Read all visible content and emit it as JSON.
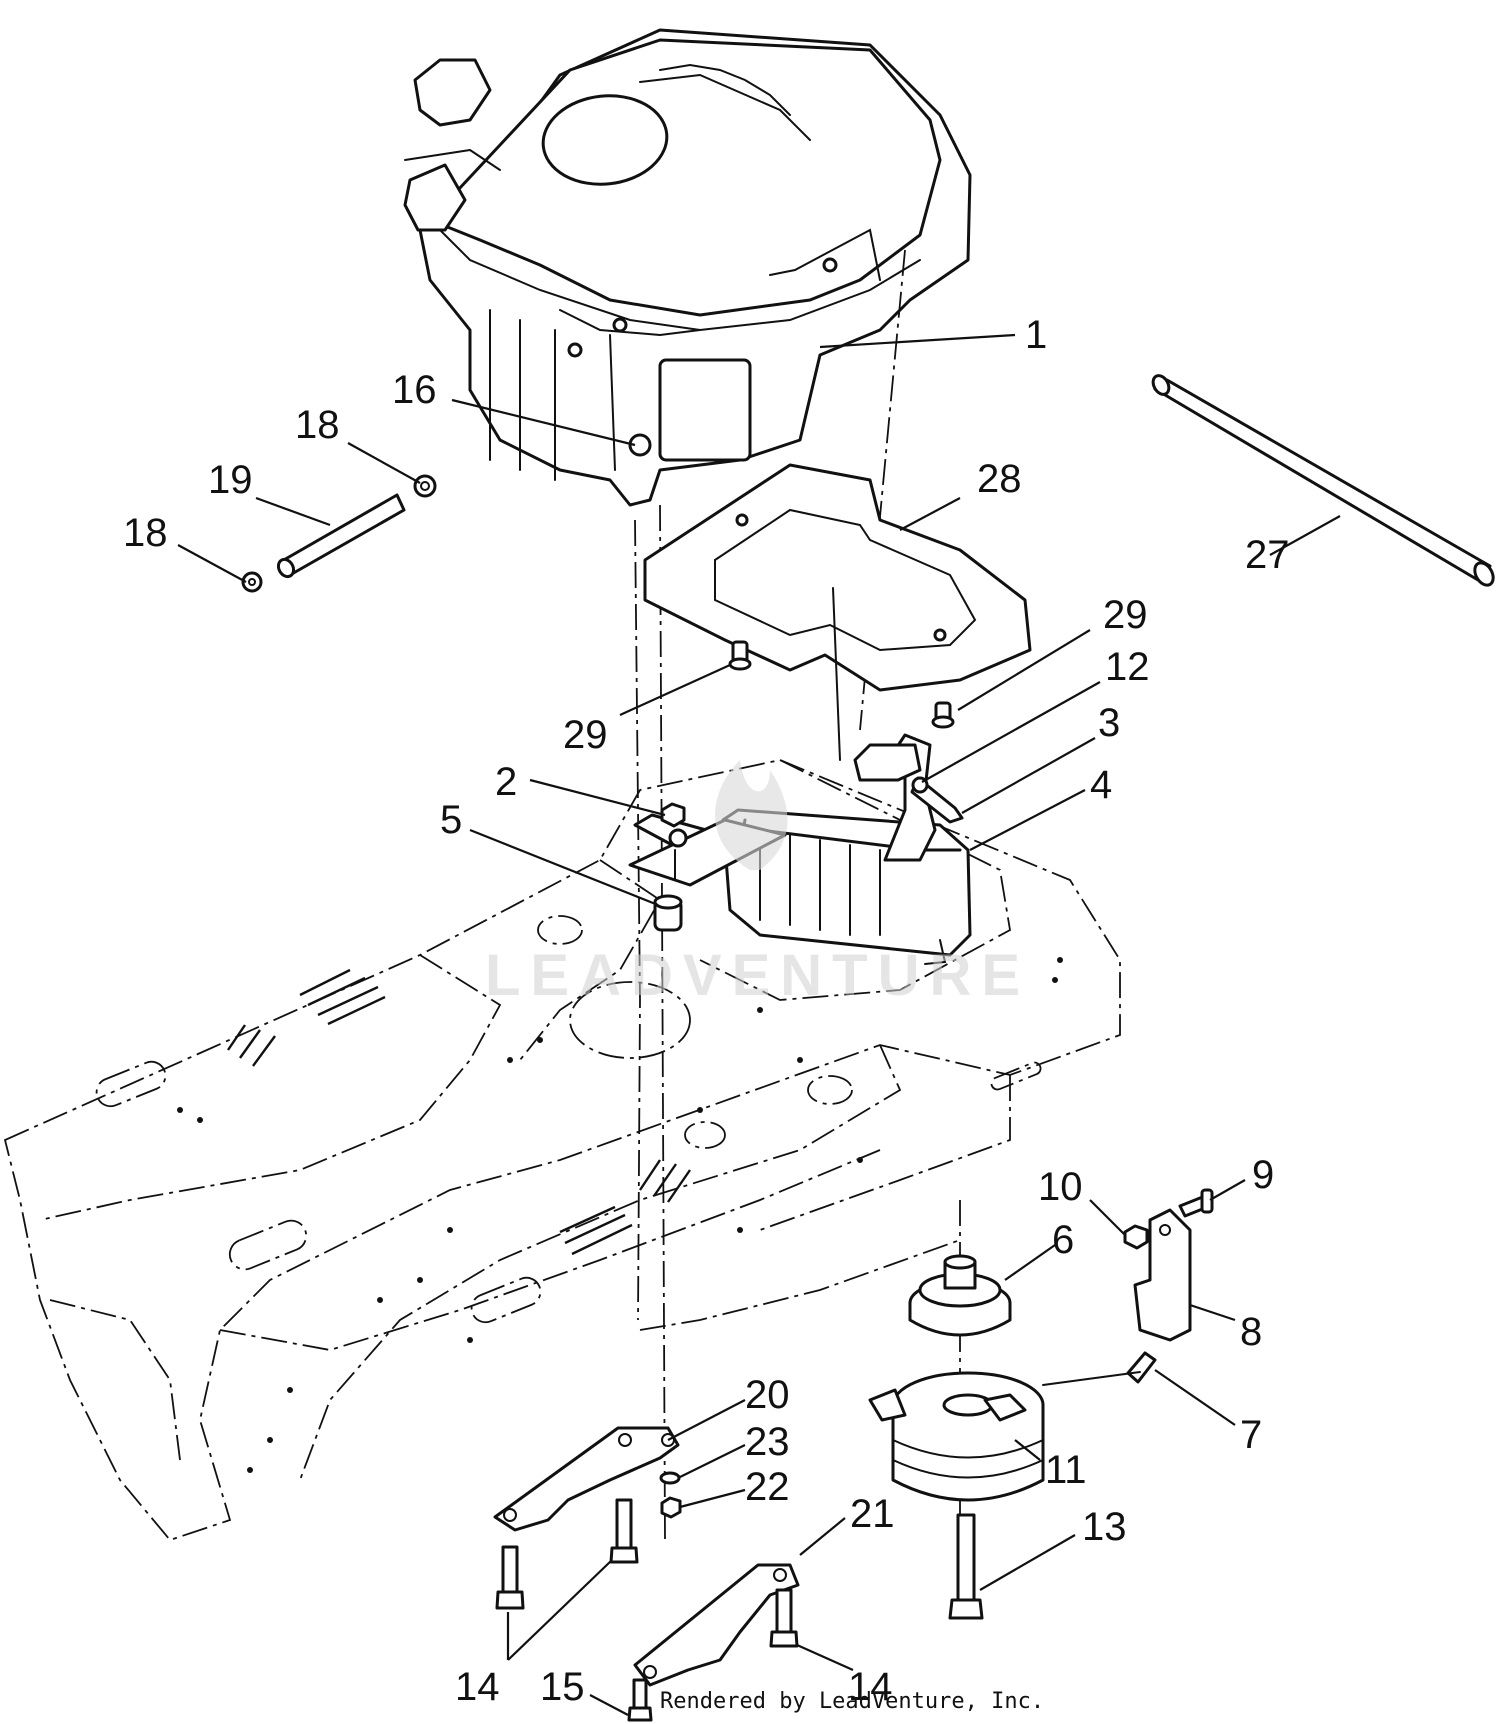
{
  "watermark": {
    "text": "LEADVENTURE"
  },
  "footer": {
    "text": "Rendered by LeadVenture, Inc."
  },
  "callouts": {
    "c1": "1",
    "c16": "16",
    "c18a": "18",
    "c19": "19",
    "c18b": "18",
    "c28": "28",
    "c27": "27",
    "c29a": "29",
    "c29b": "29",
    "c12": "12",
    "c3": "3",
    "c4": "4",
    "c2": "2",
    "c5": "5",
    "c10": "10",
    "c9": "9",
    "c6": "6",
    "c8": "8",
    "c7": "7",
    "c20": "20",
    "c23": "23",
    "c22": "22",
    "c11": "11",
    "c21": "21",
    "c13": "13",
    "c14a": "14",
    "c14b": "14",
    "c15": "15"
  },
  "colors": {
    "line": "#111111",
    "background": "#ffffff",
    "watermark": "#cfcfcf"
  }
}
